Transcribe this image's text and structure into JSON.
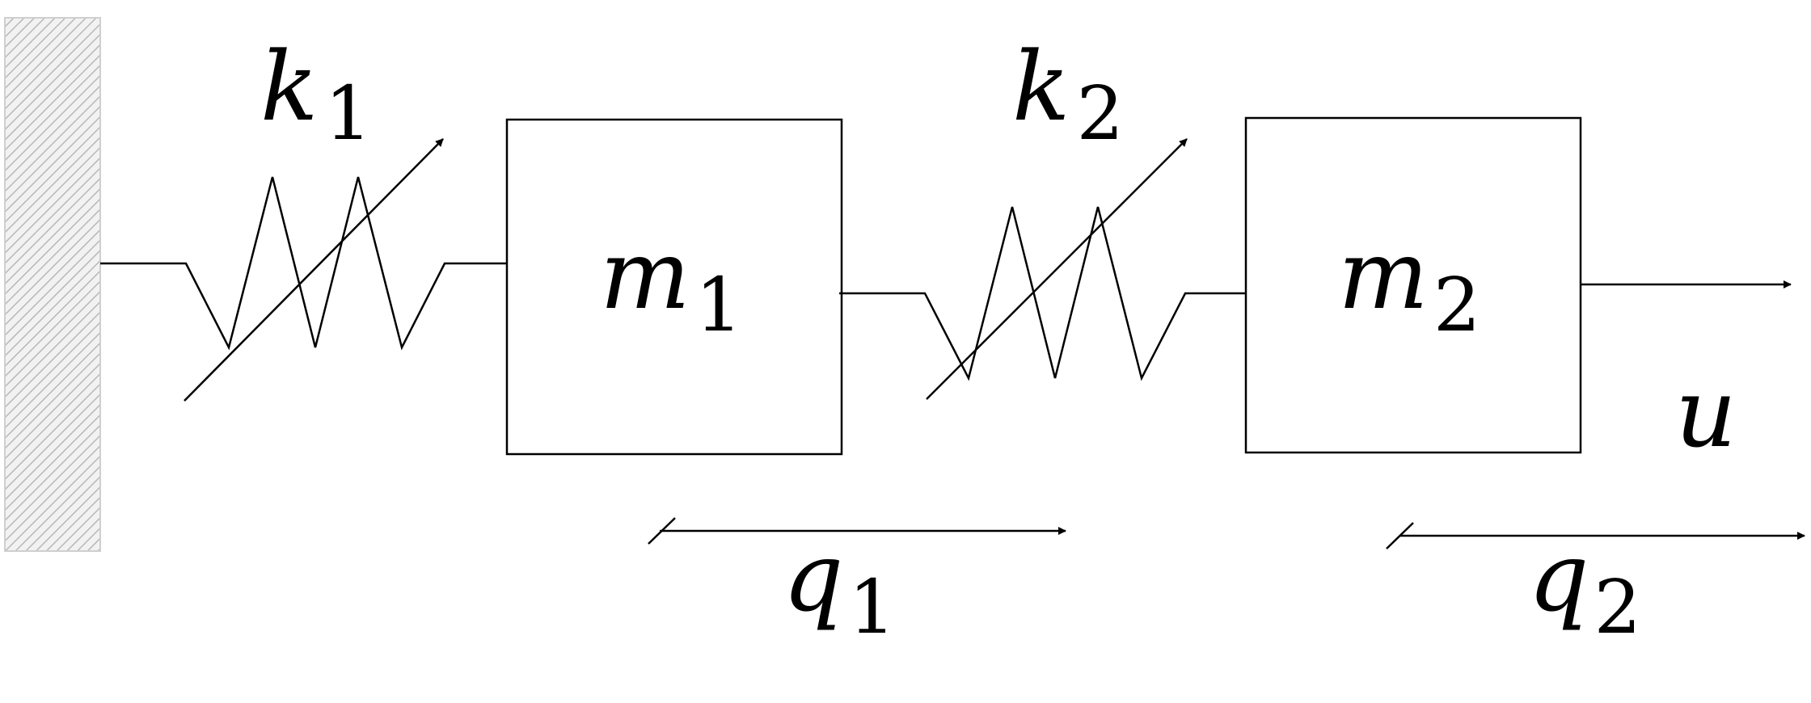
{
  "labels": {
    "spring1": {
      "var": "k",
      "sub": "1"
    },
    "spring2": {
      "var": "k",
      "sub": "2"
    },
    "mass1": {
      "var": "m",
      "sub": "1"
    },
    "mass2": {
      "var": "m",
      "sub": "2"
    },
    "input": {
      "var": "u"
    },
    "disp1": {
      "var": "q",
      "sub": "1"
    },
    "disp2": {
      "var": "q",
      "sub": "2"
    }
  },
  "colors": {
    "stroke": "#000000",
    "wall_hatch": "#b8b8b8",
    "wall_fill": "#f2f2f2",
    "background": "#ffffff"
  }
}
